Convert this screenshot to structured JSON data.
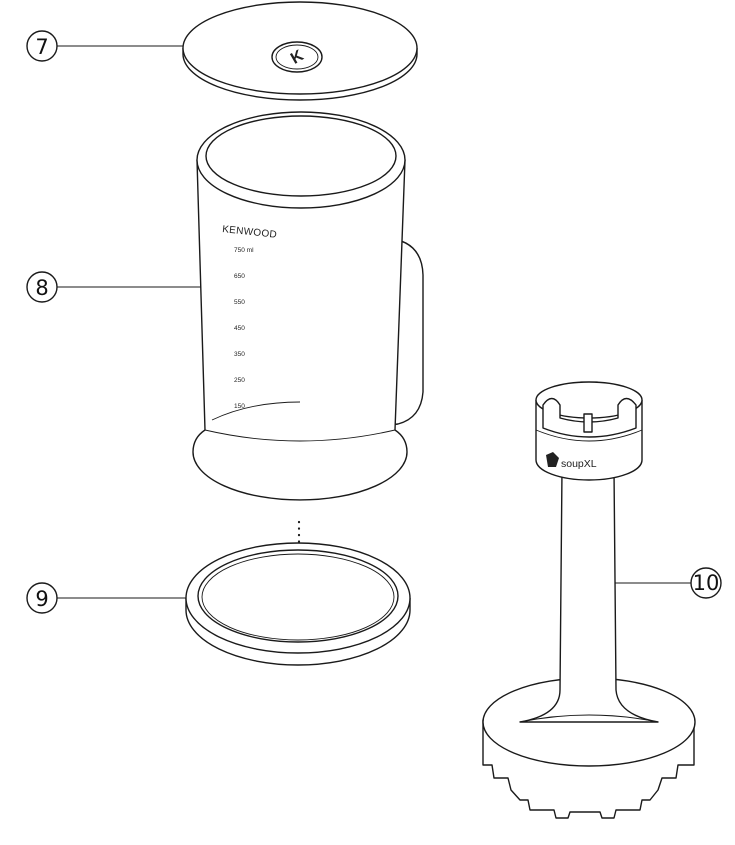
{
  "callouts": [
    {
      "number": "7",
      "part": "lid"
    },
    {
      "number": "8",
      "part": "beaker"
    },
    {
      "number": "9",
      "part": "non-slip base"
    },
    {
      "number": "10",
      "part": "soup blender shaft"
    }
  ],
  "beaker": {
    "brand": "KENWOOD",
    "graduations": [
      "750 ml",
      "650",
      "550",
      "450",
      "350",
      "250",
      "150"
    ]
  },
  "lid": {
    "logo": "K"
  },
  "shaft": {
    "badge": "soupXL"
  }
}
